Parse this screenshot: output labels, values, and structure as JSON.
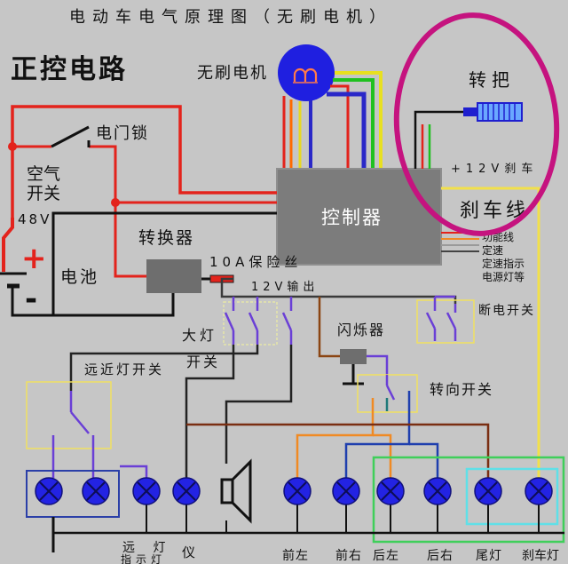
{
  "title": "电动车电气原理图（无刷电机）",
  "subtitle": "正控电路",
  "labels": {
    "motor": "无刷电机",
    "throttle": "转把",
    "ignition_lock": "电门锁",
    "air_switch": [
      "空气",
      "开关"
    ],
    "battery_voltage": "48V",
    "battery_positive": "+",
    "battery_negative": "-",
    "battery": "电池",
    "converter": "转换器",
    "controller": "控制器",
    "brake_line": "刹车线",
    "brake_12v": "+12V刹车",
    "fuse": "10A保险丝",
    "output_12v": "12V输出",
    "headlight_switch": [
      "大灯",
      "开关"
    ],
    "flasher": "闪烁器",
    "cutoff_switch": "断电开关",
    "dimmer_switch": "远近灯开关",
    "turn_switch": "转向开关"
  },
  "function_wires": [
    "功能线",
    "定速",
    "定速指示",
    "电源灯等"
  ],
  "bottom_labels": {
    "high_beam_indicator": [
      "远 灯",
      "指示灯"
    ],
    "instrument": "仪",
    "front_left": "前左",
    "front_right": "前右",
    "rear_left": "后左",
    "rear_right": "后右",
    "tail_light": "尾灯",
    "brake_light": "刹车灯"
  },
  "colors": {
    "background": "#c6c6c6",
    "highlight": "#c5137f",
    "lamp": "#2323e3"
  }
}
